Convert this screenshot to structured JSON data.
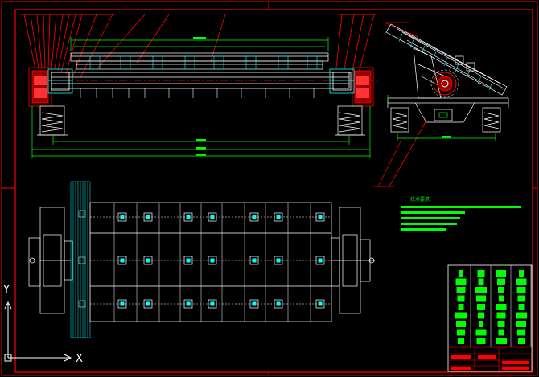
{
  "drawing": {
    "background": "#000000",
    "colors": {
      "frame": "#ff0000",
      "geometry": "#ffffff",
      "dimension": "#00ff00",
      "leader": "#ff0000",
      "hidden": "#00ffff",
      "highlight": "#ff0000"
    },
    "ucs": {
      "x_label": "X",
      "y_label": "Y"
    },
    "views": [
      {
        "name": "front-elevation"
      },
      {
        "name": "side-section"
      },
      {
        "name": "plan-view"
      }
    ],
    "notes": {
      "title": "技术要求",
      "lines": 5
    },
    "title_block": {
      "rows": 4
    }
  }
}
